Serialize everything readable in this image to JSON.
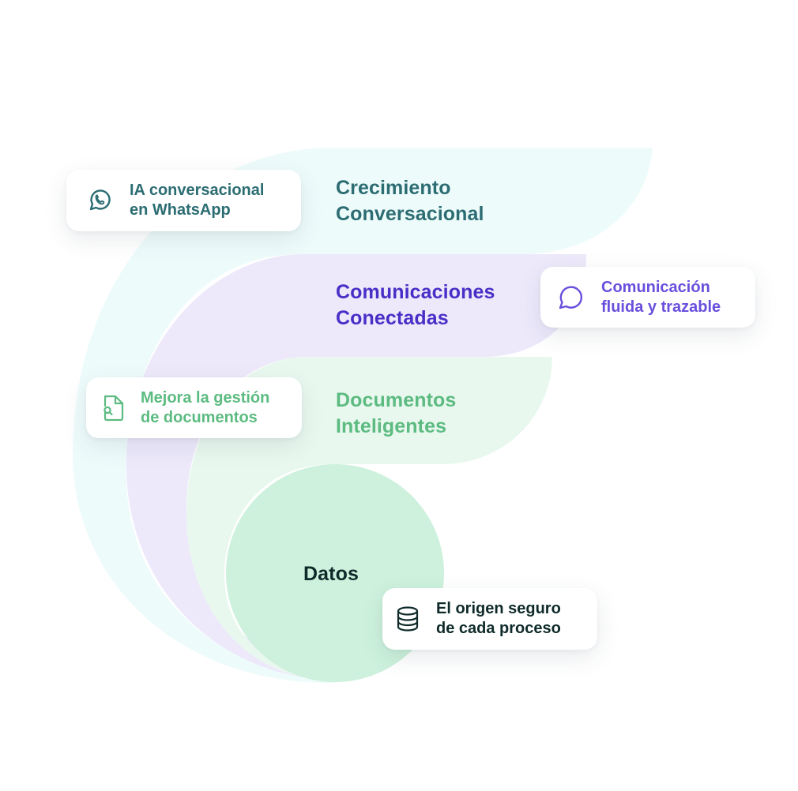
{
  "colors": {
    "teal": "#2c6d73",
    "purple": "#4a2fc7",
    "purple_light": "#6a4fdc",
    "green": "#5cbb80",
    "dark": "#0f2a2a",
    "shape_teal": "#eefbfb",
    "shape_purple": "#ede9fb",
    "shape_green": "#e9f8ef",
    "shape_mint": "#cdf1dc"
  },
  "layers": {
    "crecimiento": {
      "line1": "Crecimiento",
      "line2": "Conversacional"
    },
    "comunicaciones": {
      "line1": "Comunicaciones",
      "line2": "Conectadas"
    },
    "documentos": {
      "line1": "Documentos",
      "line2": "Inteligentes"
    },
    "datos": {
      "line1": "Datos"
    }
  },
  "cards": {
    "whatsapp": {
      "icon": "whatsapp-icon",
      "line1": "IA conversacional",
      "line2": "en WhatsApp"
    },
    "comunicacion": {
      "icon": "chat-bubble-icon",
      "line1": "Comunicación",
      "line2": "fluida y trazable"
    },
    "documentos": {
      "icon": "document-search-icon",
      "line1": "Mejora la gestión",
      "line2": "de documentos"
    },
    "datos": {
      "icon": "database-icon",
      "line1": "El origen seguro",
      "line2": "de cada proceso"
    }
  }
}
